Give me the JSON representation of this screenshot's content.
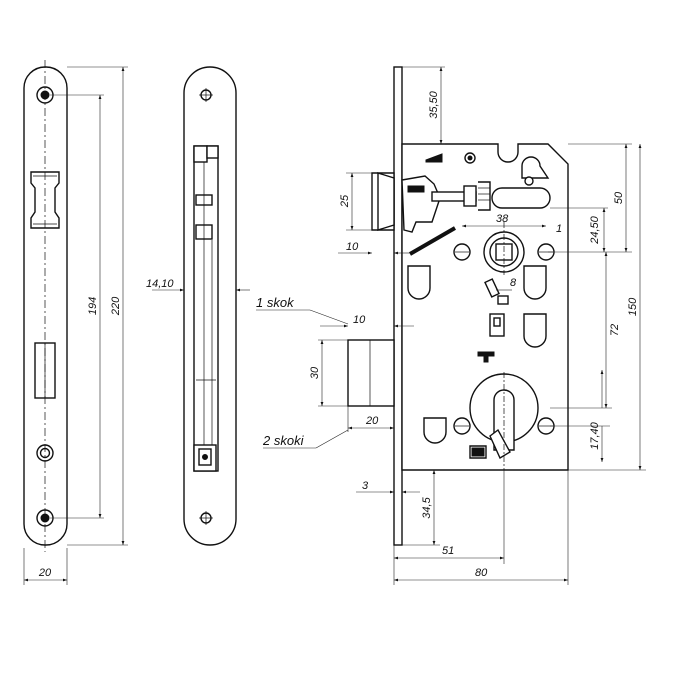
{
  "diagram": {
    "colors": {
      "line": "#111111",
      "background": "#ffffff"
    },
    "labels": {
      "one_throw": "1 skok",
      "two_throws": "2 skoki"
    },
    "dimensions": {
      "faceplate_width": "20",
      "hole_spacing_194": "194",
      "faceplate_length": "220",
      "faceplate_thickness": "14,10",
      "top_offset": "35,50",
      "latch_height": "25",
      "latch_projection": "10",
      "spindle_to_top": "50",
      "spindle_offset": "24,50",
      "spindle_width": "38",
      "spindle_corner": "1",
      "square_8": "8",
      "spindle_to_cylinder": "72",
      "case_height": "150",
      "bolt_one_throw": "10",
      "bolt_height": "30",
      "bolt_two_throws": "20",
      "cylinder_offset": "17,40",
      "plate_thickness": "3",
      "bottom_offset": "34,5",
      "backset": "51",
      "case_depth": "80"
    }
  }
}
